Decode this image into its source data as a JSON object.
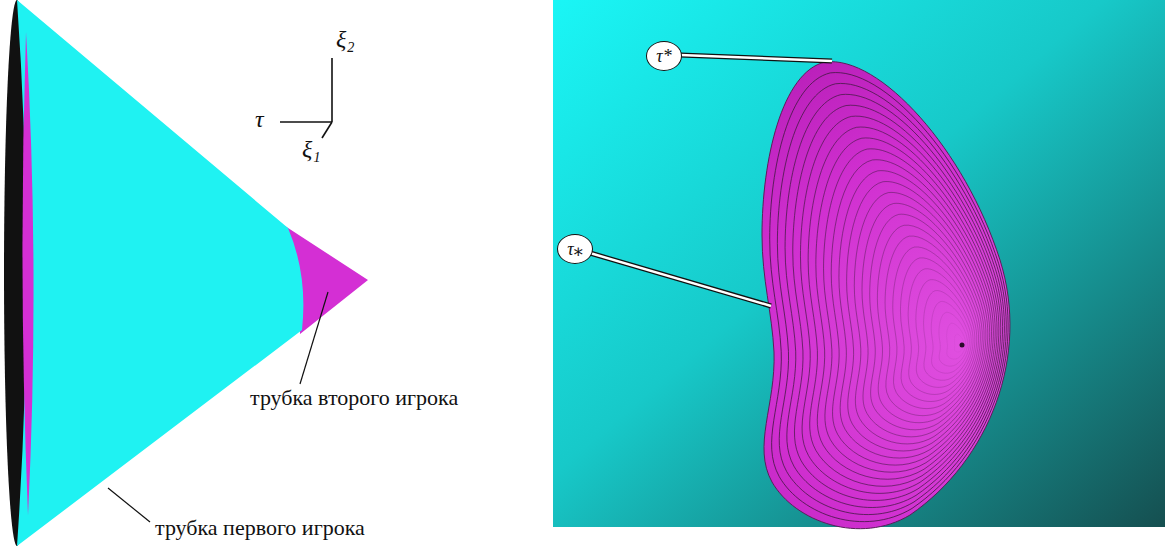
{
  "diagram": {
    "nodes": [
      {
        "text": [
          "τ*"
        ]
      },
      {
        "text": [
          "τ⁎"
        ]
      }
    ],
    "labels": [
      "ξ₂",
      "τ",
      "ξ₁",
      "трубка второго игрока",
      "трубка первого игрока"
    ]
  }
}
